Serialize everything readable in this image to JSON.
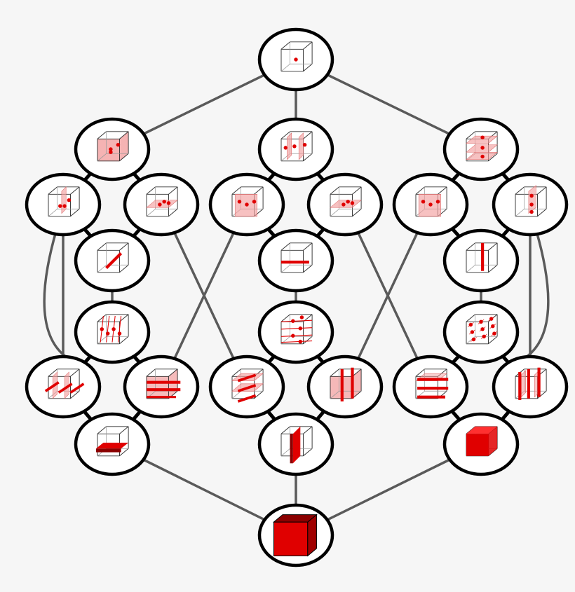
{
  "colors": {
    "background": "#f6f6f6",
    "edge_outer": "#5a5a5a",
    "edge_inner": "#000000",
    "node_fill": "#ffffff",
    "node_stroke": "#000000",
    "cube_line": "#333333",
    "accent_red": "#e00000",
    "accent_dark_red": "#8b0000",
    "accent_pink": "#f2a0a0"
  },
  "nodes": [
    {
      "id": "top-point",
      "glyph": "point-center"
    },
    {
      "id": "l-box-points",
      "glyph": "shaded-box-points"
    },
    {
      "id": "l-vplane-points",
      "glyph": "vplane-points"
    },
    {
      "id": "l-hplane-points",
      "glyph": "hplane-points"
    },
    {
      "id": "l-diag-line",
      "glyph": "diag-line"
    },
    {
      "id": "c-vplanes-points",
      "glyph": "vplanes-points"
    },
    {
      "id": "c-frontplane-points",
      "glyph": "frontplane-points"
    },
    {
      "id": "c-hplane-points",
      "glyph": "hplane-points"
    },
    {
      "id": "c-horiz-line",
      "glyph": "horiz-line"
    },
    {
      "id": "r-hplanes-points",
      "glyph": "hplanes-points"
    },
    {
      "id": "r-frontplane-points",
      "glyph": "frontplane-points"
    },
    {
      "id": "r-vplane-points",
      "glyph": "vplane-side-points"
    },
    {
      "id": "r-vert-line",
      "glyph": "vert-line"
    },
    {
      "id": "l-vert-grid",
      "glyph": "vert-grid-lines"
    },
    {
      "id": "l-vplanes-rods",
      "glyph": "vplanes-diag-rods"
    },
    {
      "id": "l-box-hrods",
      "glyph": "box-hrods"
    },
    {
      "id": "l-hslab",
      "glyph": "hslab"
    },
    {
      "id": "c-horiz-grid",
      "glyph": "horiz-grid-lines"
    },
    {
      "id": "c-hplanes-rods",
      "glyph": "hplanes-rods"
    },
    {
      "id": "c-box-vrod",
      "glyph": "box-vrod"
    },
    {
      "id": "c-vslab",
      "glyph": "vslab"
    },
    {
      "id": "r-point-grid",
      "glyph": "point-grid"
    },
    {
      "id": "r-hrods",
      "glyph": "hrods"
    },
    {
      "id": "r-vrods",
      "glyph": "vrods"
    },
    {
      "id": "r-front-slab",
      "glyph": "front-slab"
    },
    {
      "id": "bottom-cube",
      "glyph": "solid-cube"
    }
  ],
  "edges": [
    {
      "from": "top-point",
      "to": "l-box-points",
      "kind": "outer"
    },
    {
      "from": "top-point",
      "to": "r-hplanes-points",
      "kind": "outer"
    },
    {
      "from": "top-point",
      "to": "c-vplanes-points",
      "kind": "outer"
    },
    {
      "from": "l-box-points",
      "to": "l-vplane-points",
      "kind": "inner"
    },
    {
      "from": "l-box-points",
      "to": "l-hplane-points",
      "kind": "inner"
    },
    {
      "from": "l-vplane-points",
      "to": "l-diag-line",
      "kind": "inner"
    },
    {
      "from": "l-hplane-points",
      "to": "l-diag-line",
      "kind": "inner"
    },
    {
      "from": "c-vplanes-points",
      "to": "c-frontplane-points",
      "kind": "inner"
    },
    {
      "from": "c-vplanes-points",
      "to": "c-hplane-points",
      "kind": "inner"
    },
    {
      "from": "c-frontplane-points",
      "to": "c-horiz-line",
      "kind": "inner"
    },
    {
      "from": "c-hplane-points",
      "to": "c-horiz-line",
      "kind": "inner"
    },
    {
      "from": "r-hplanes-points",
      "to": "r-frontplane-points",
      "kind": "inner"
    },
    {
      "from": "r-hplanes-points",
      "to": "r-vplane-points",
      "kind": "inner"
    },
    {
      "from": "r-frontplane-points",
      "to": "r-vert-line",
      "kind": "inner"
    },
    {
      "from": "r-vplane-points",
      "to": "r-vert-line",
      "kind": "inner"
    },
    {
      "from": "l-vplane-points",
      "to": "l-vplanes-rods",
      "kind": "outer"
    },
    {
      "from": "l-hplane-points",
      "to": "c-hplanes-rods",
      "kind": "outer"
    },
    {
      "from": "c-frontplane-points",
      "to": "l-box-hrods",
      "kind": "outer"
    },
    {
      "from": "c-hplane-points",
      "to": "r-hrods",
      "kind": "outer"
    },
    {
      "from": "r-frontplane-points",
      "to": "c-box-vrod",
      "kind": "outer"
    },
    {
      "from": "r-vplane-points",
      "to": "r-vrods",
      "kind": "outer"
    },
    {
      "from": "l-diag-line",
      "to": "l-vert-grid",
      "kind": "outer"
    },
    {
      "from": "c-horiz-line",
      "to": "c-horiz-grid",
      "kind": "outer"
    },
    {
      "from": "r-vert-line",
      "to": "r-point-grid",
      "kind": "outer"
    },
    {
      "from": "l-vert-grid",
      "to": "l-vplanes-rods",
      "kind": "inner"
    },
    {
      "from": "l-vert-grid",
      "to": "l-box-hrods",
      "kind": "inner"
    },
    {
      "from": "l-vplanes-rods",
      "to": "l-hslab",
      "kind": "inner"
    },
    {
      "from": "l-box-hrods",
      "to": "l-hslab",
      "kind": "inner"
    },
    {
      "from": "c-horiz-grid",
      "to": "c-hplanes-rods",
      "kind": "inner"
    },
    {
      "from": "c-horiz-grid",
      "to": "c-box-vrod",
      "kind": "inner"
    },
    {
      "from": "c-hplanes-rods",
      "to": "c-vslab",
      "kind": "inner"
    },
    {
      "from": "c-box-vrod",
      "to": "c-vslab",
      "kind": "inner"
    },
    {
      "from": "r-point-grid",
      "to": "r-hrods",
      "kind": "inner"
    },
    {
      "from": "r-point-grid",
      "to": "r-vrods",
      "kind": "inner"
    },
    {
      "from": "r-hrods",
      "to": "r-front-slab",
      "kind": "inner"
    },
    {
      "from": "r-vrods",
      "to": "r-front-slab",
      "kind": "inner"
    },
    {
      "from": "l-hslab",
      "to": "bottom-cube",
      "kind": "outer"
    },
    {
      "from": "c-vslab",
      "to": "bottom-cube",
      "kind": "outer"
    },
    {
      "from": "r-front-slab",
      "to": "bottom-cube",
      "kind": "outer"
    }
  ]
}
